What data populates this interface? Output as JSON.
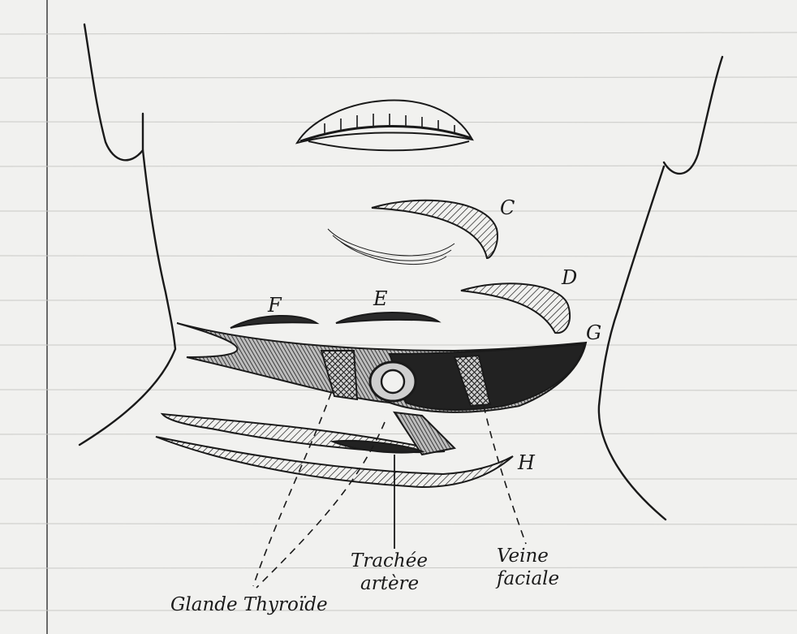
{
  "colors": {
    "ink": "#1a1a1a",
    "paper": "#f1f1ef",
    "dark_fill": "#222222"
  },
  "letters": {
    "c": "C",
    "d": "D",
    "e": "E",
    "f": "F",
    "g": "G",
    "h": "H"
  },
  "captions": {
    "trachee_line1": "Trachée",
    "trachee_line2": "artère",
    "veine_line1": "Veine",
    "veine_line2": "faciale",
    "glande": "Glande Thyroïde"
  }
}
